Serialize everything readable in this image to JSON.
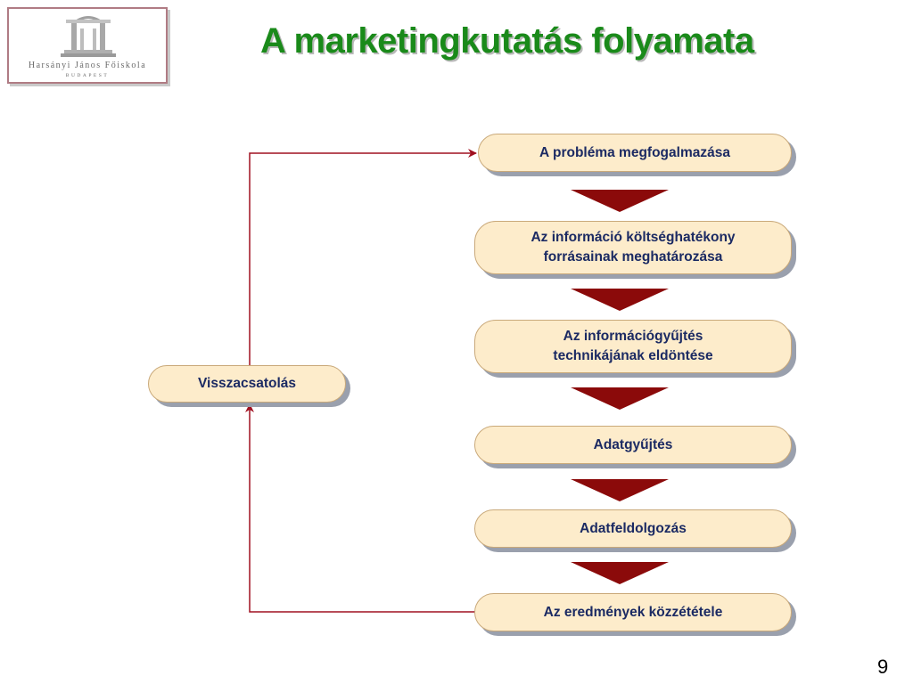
{
  "logo": {
    "name": "Harsányi János Főiskola",
    "city": "BUDAPEST"
  },
  "title": "A marketingkutatás folyamata",
  "steps": [
    {
      "line1": "A probléma megfogalmazása",
      "line2": ""
    },
    {
      "line1": "Az információ költséghatékony",
      "line2": "forrásainak meghatározása"
    },
    {
      "line1": "Az információgyűjtés",
      "line2": "technikájának eldöntése"
    },
    {
      "line1": "Adatgyűjtés",
      "line2": ""
    },
    {
      "line1": "Adatfeldolgozás",
      "line2": ""
    },
    {
      "line1": "Az eredmények közzététele",
      "line2": ""
    }
  ],
  "feedback": "Visszacsatolás",
  "page_number": "9",
  "colors": {
    "title": "#1a8a1a",
    "box_fill": "#fdeccb",
    "box_text": "#1b2a63",
    "arrow": "#8b0a0a",
    "connector": "#a01020"
  }
}
